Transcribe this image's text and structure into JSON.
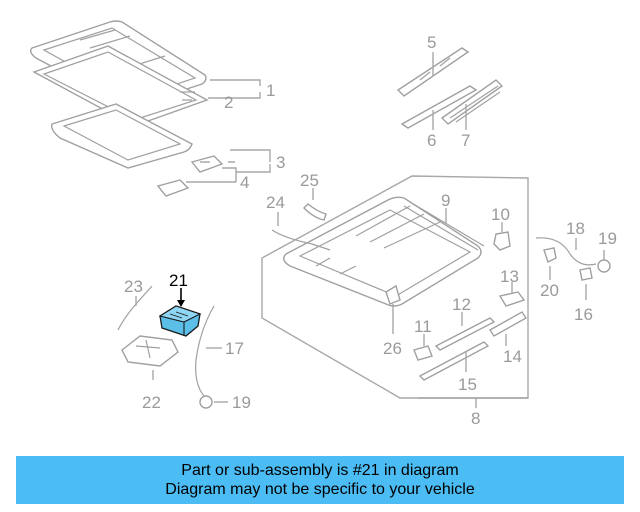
{
  "callouts": {
    "c1": "1",
    "c2": "2",
    "c3": "3",
    "c4": "4",
    "c5": "5",
    "c6": "6",
    "c7": "7",
    "c8": "8",
    "c9": "9",
    "c10": "10",
    "c11": "11",
    "c12": "12",
    "c13": "13",
    "c14": "14",
    "c15": "15",
    "c16": "16",
    "c17": "17",
    "c18": "18",
    "c19a": "19",
    "c19b": "19",
    "c20": "20",
    "c21": "21",
    "c22": "22",
    "c23": "23",
    "c24": "24",
    "c25": "25",
    "c26": "26"
  },
  "highlight": {
    "part": "21",
    "color": "#5bbfe8"
  },
  "banner": {
    "line1": "Part or sub-assembly is #21 in diagram",
    "line2": "Diagram may not be specific to your vehicle",
    "color": "#4bbcf4"
  }
}
